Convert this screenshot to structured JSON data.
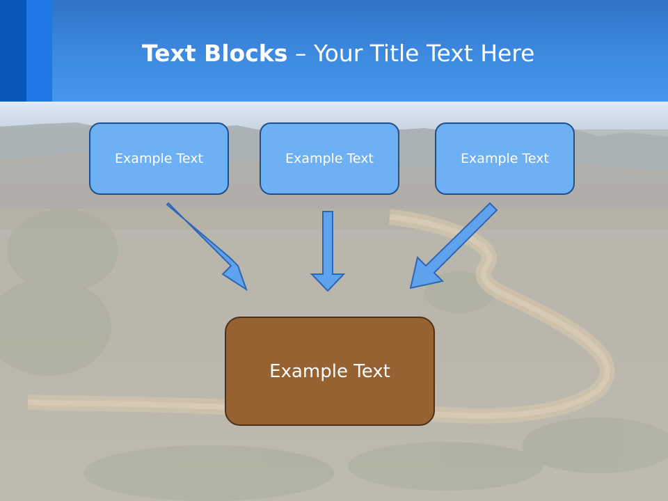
{
  "slide": {
    "title_bold": "Text Blocks",
    "title_dash": " – ",
    "title_rest": "Your Title Text Here"
  },
  "blocks": {
    "top": [
      "Example Text",
      "Example Text",
      "Example Text"
    ],
    "bottom": "Example Text"
  },
  "colors": {
    "header": "#3d8ae0",
    "top_box_fill": "#6eb0f4",
    "top_box_border": "#1e4f8c",
    "bottom_box_fill": "#976232",
    "bottom_box_border": "#4b3118",
    "arrow_fill": "#5ea1ec",
    "arrow_stroke": "#2d66b3"
  }
}
